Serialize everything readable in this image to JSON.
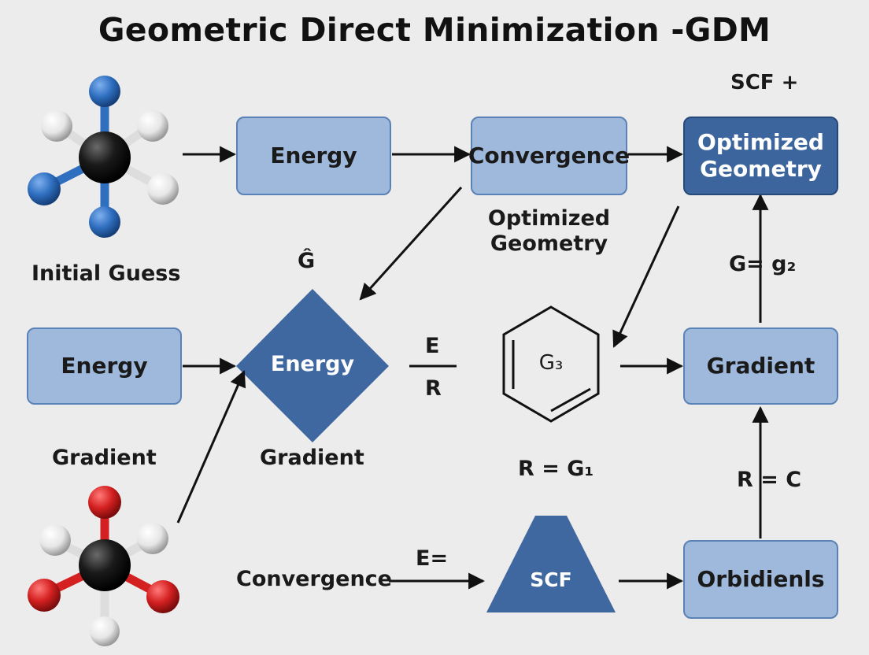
{
  "title": "Geometric Direct Minimization -GDM",
  "nodes": {
    "energy_top": "Energy",
    "convergence_top": "Convergence",
    "optimized_geometry_box": [
      "Optimized",
      "Geometry"
    ],
    "energy_left": "Energy",
    "energy_diamond": "Energy",
    "gradient_box": "Gradient",
    "scf_trapezoid": "SCF",
    "orbidienls_box": "Orbidienls"
  },
  "labels": {
    "scf_plus": "SCF +",
    "initial_guess": "Initial Guess",
    "optimized_geometry_text": [
      "Optimized",
      "Geometry"
    ],
    "g_partial": "Ĝ",
    "g_eq_g2": "G= g₂",
    "e_top": "E",
    "r_bottom": "R",
    "g3": "G₃",
    "gradient_left": "Gradient",
    "gradient_under_diamond": "Gradient",
    "r_eq_g1": "R = G₁",
    "r_eq_c": "R = C",
    "e_eq": "E=",
    "convergence_bottom": "Convergence"
  },
  "colors": {
    "box_fill": "#9eb9dc",
    "box_border": "#5b82b6",
    "dark_fill": "#3c659e",
    "diamond_fill": "#3f67a0",
    "arrow": "#111111",
    "atom_blue": "#2f6fc0",
    "atom_red": "#d42020",
    "atom_white": "#f2f2f2",
    "atom_black": "#1a1a1a"
  }
}
